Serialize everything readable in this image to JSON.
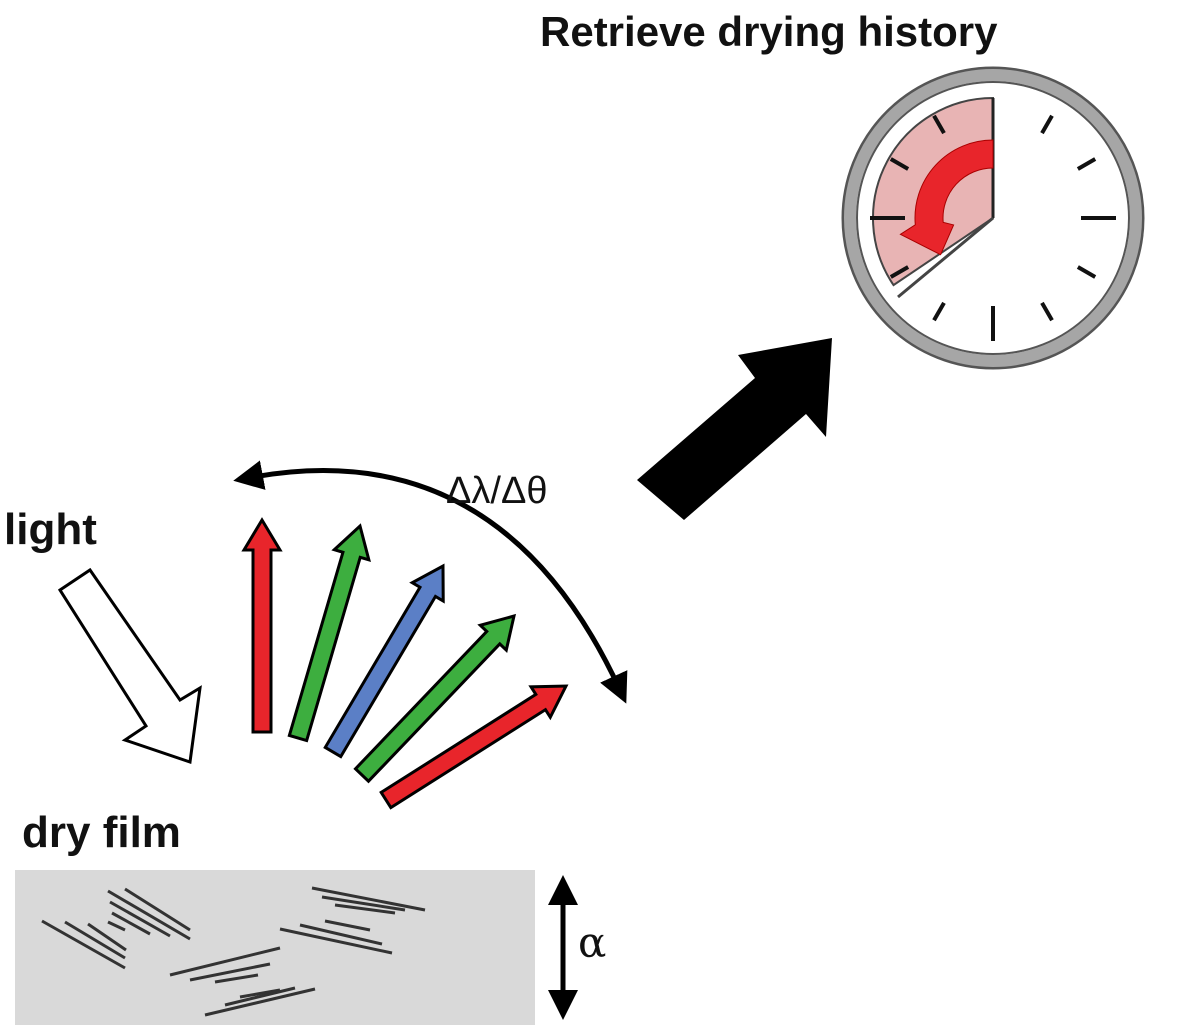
{
  "title": "Retrieve drying history",
  "light_label": "light",
  "film_label": "dry film",
  "shift_label": "Δλ/Δθ",
  "alpha_label": "α",
  "colors": {
    "red": "#e8252b",
    "green": "#3dae3f",
    "blue": "#5b7fc6",
    "pink": "#e8b4b4",
    "film": "#d9d9d9",
    "clock_rim": "#a6a6a6"
  },
  "reflected_arrows": [
    "red",
    "green",
    "blue",
    "green",
    "red"
  ]
}
